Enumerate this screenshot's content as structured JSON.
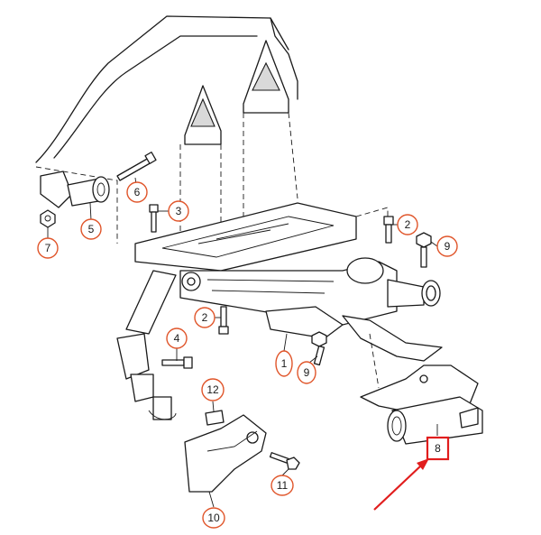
{
  "callouts": [
    {
      "label": "1"
    },
    {
      "label": "2"
    },
    {
      "label": "2"
    },
    {
      "label": "3"
    },
    {
      "label": "4"
    },
    {
      "label": "5"
    },
    {
      "label": "6"
    },
    {
      "label": "7"
    },
    {
      "label": "8"
    },
    {
      "label": "9"
    },
    {
      "label": "9"
    },
    {
      "label": "10"
    },
    {
      "label": "11"
    },
    {
      "label": "12"
    }
  ],
  "colors": {
    "callout_ring": "#e0552a",
    "highlight": "#e11d1d",
    "line": "#1a1a1a"
  }
}
